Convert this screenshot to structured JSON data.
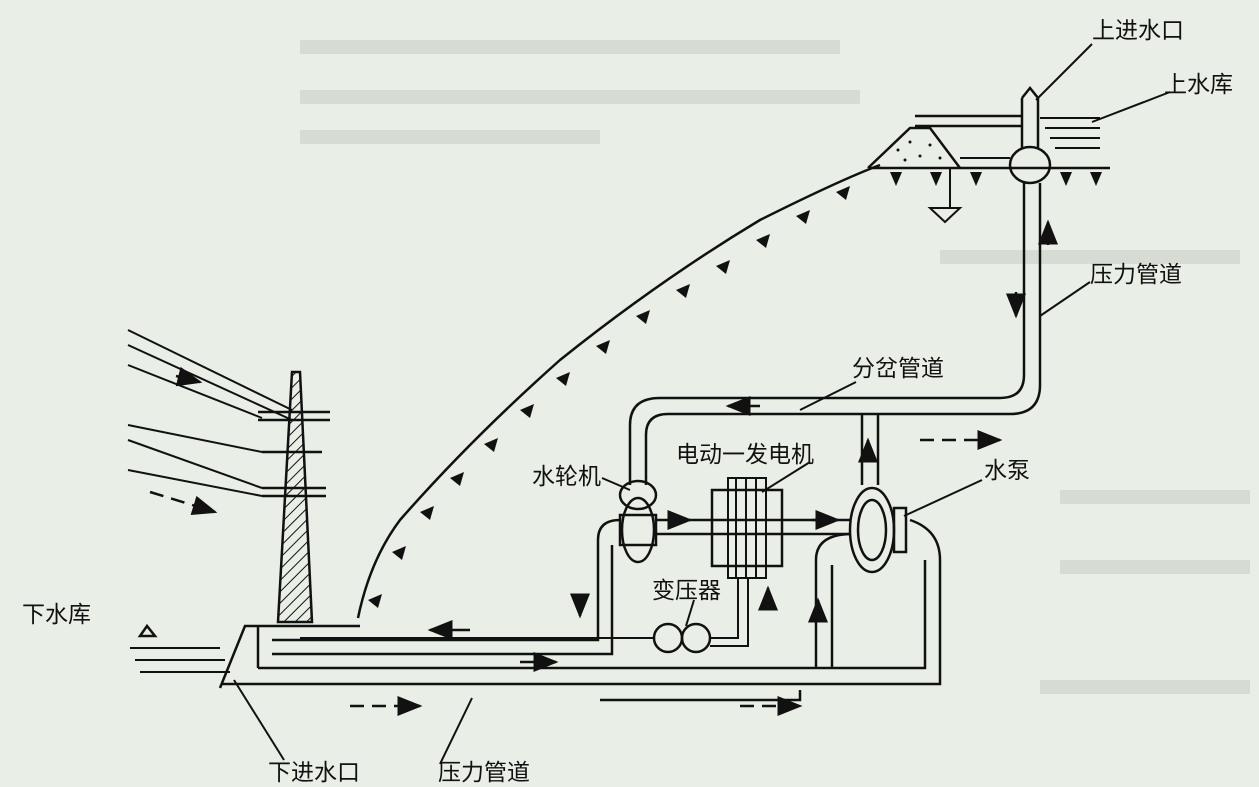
{
  "diagram": {
    "labels": {
      "upper_inlet": "上进水口",
      "upper_reservoir": "上水库",
      "penstock_right": "压力管道",
      "branch_pipe": "分岔管道",
      "motor_generator": "电动一发电机",
      "turbine": "水轮机",
      "pump": "水泵",
      "transformer": "变压器",
      "lower_reservoir": "下水库",
      "lower_inlet": "下进水口",
      "penstock_bottom": "压力管道"
    },
    "colors": {
      "background": "#e9efe6",
      "ink": "#111111",
      "water": "#1a1a1a"
    }
  }
}
